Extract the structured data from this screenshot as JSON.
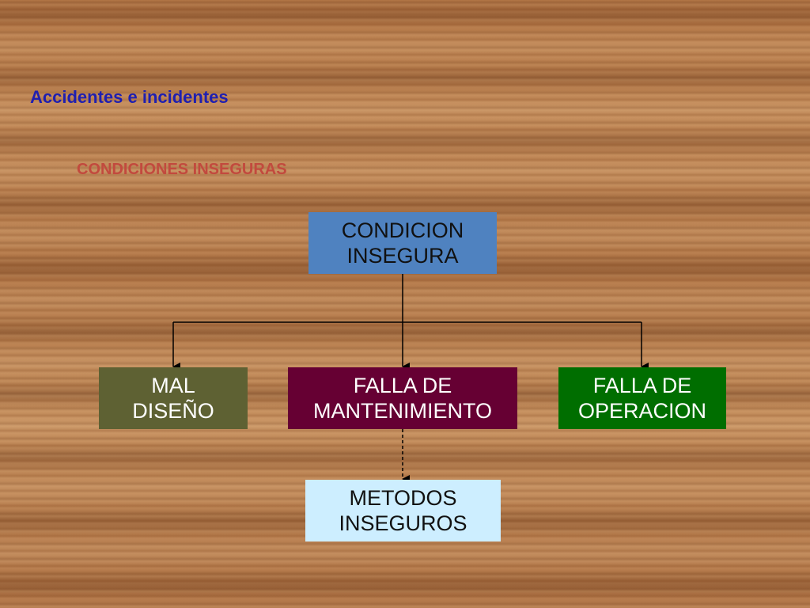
{
  "title": "Accidentes e incidentes",
  "subtitle": "CONDICIONES INSEGURAS",
  "colors": {
    "title": "#1f1fb0",
    "subtitle": "#c24a3e",
    "root_box": "#4f82c0",
    "design_box": "#5e6133",
    "maintenance_box": "#660033",
    "operation_box": "#006e00",
    "methods_box": "#cdeeff",
    "connector": "#000000"
  },
  "diagram": {
    "root": {
      "label": "CONDICION\nINSEGURA"
    },
    "children": [
      {
        "label": "MAL\nDISEÑO"
      },
      {
        "label": "FALLA DE\nMANTENIMIENTO"
      },
      {
        "label": "FALLA DE\nOPERACION"
      }
    ],
    "sub_child": {
      "label": "METODOS\nINSEGUROS",
      "connector_style": "dashed"
    }
  }
}
